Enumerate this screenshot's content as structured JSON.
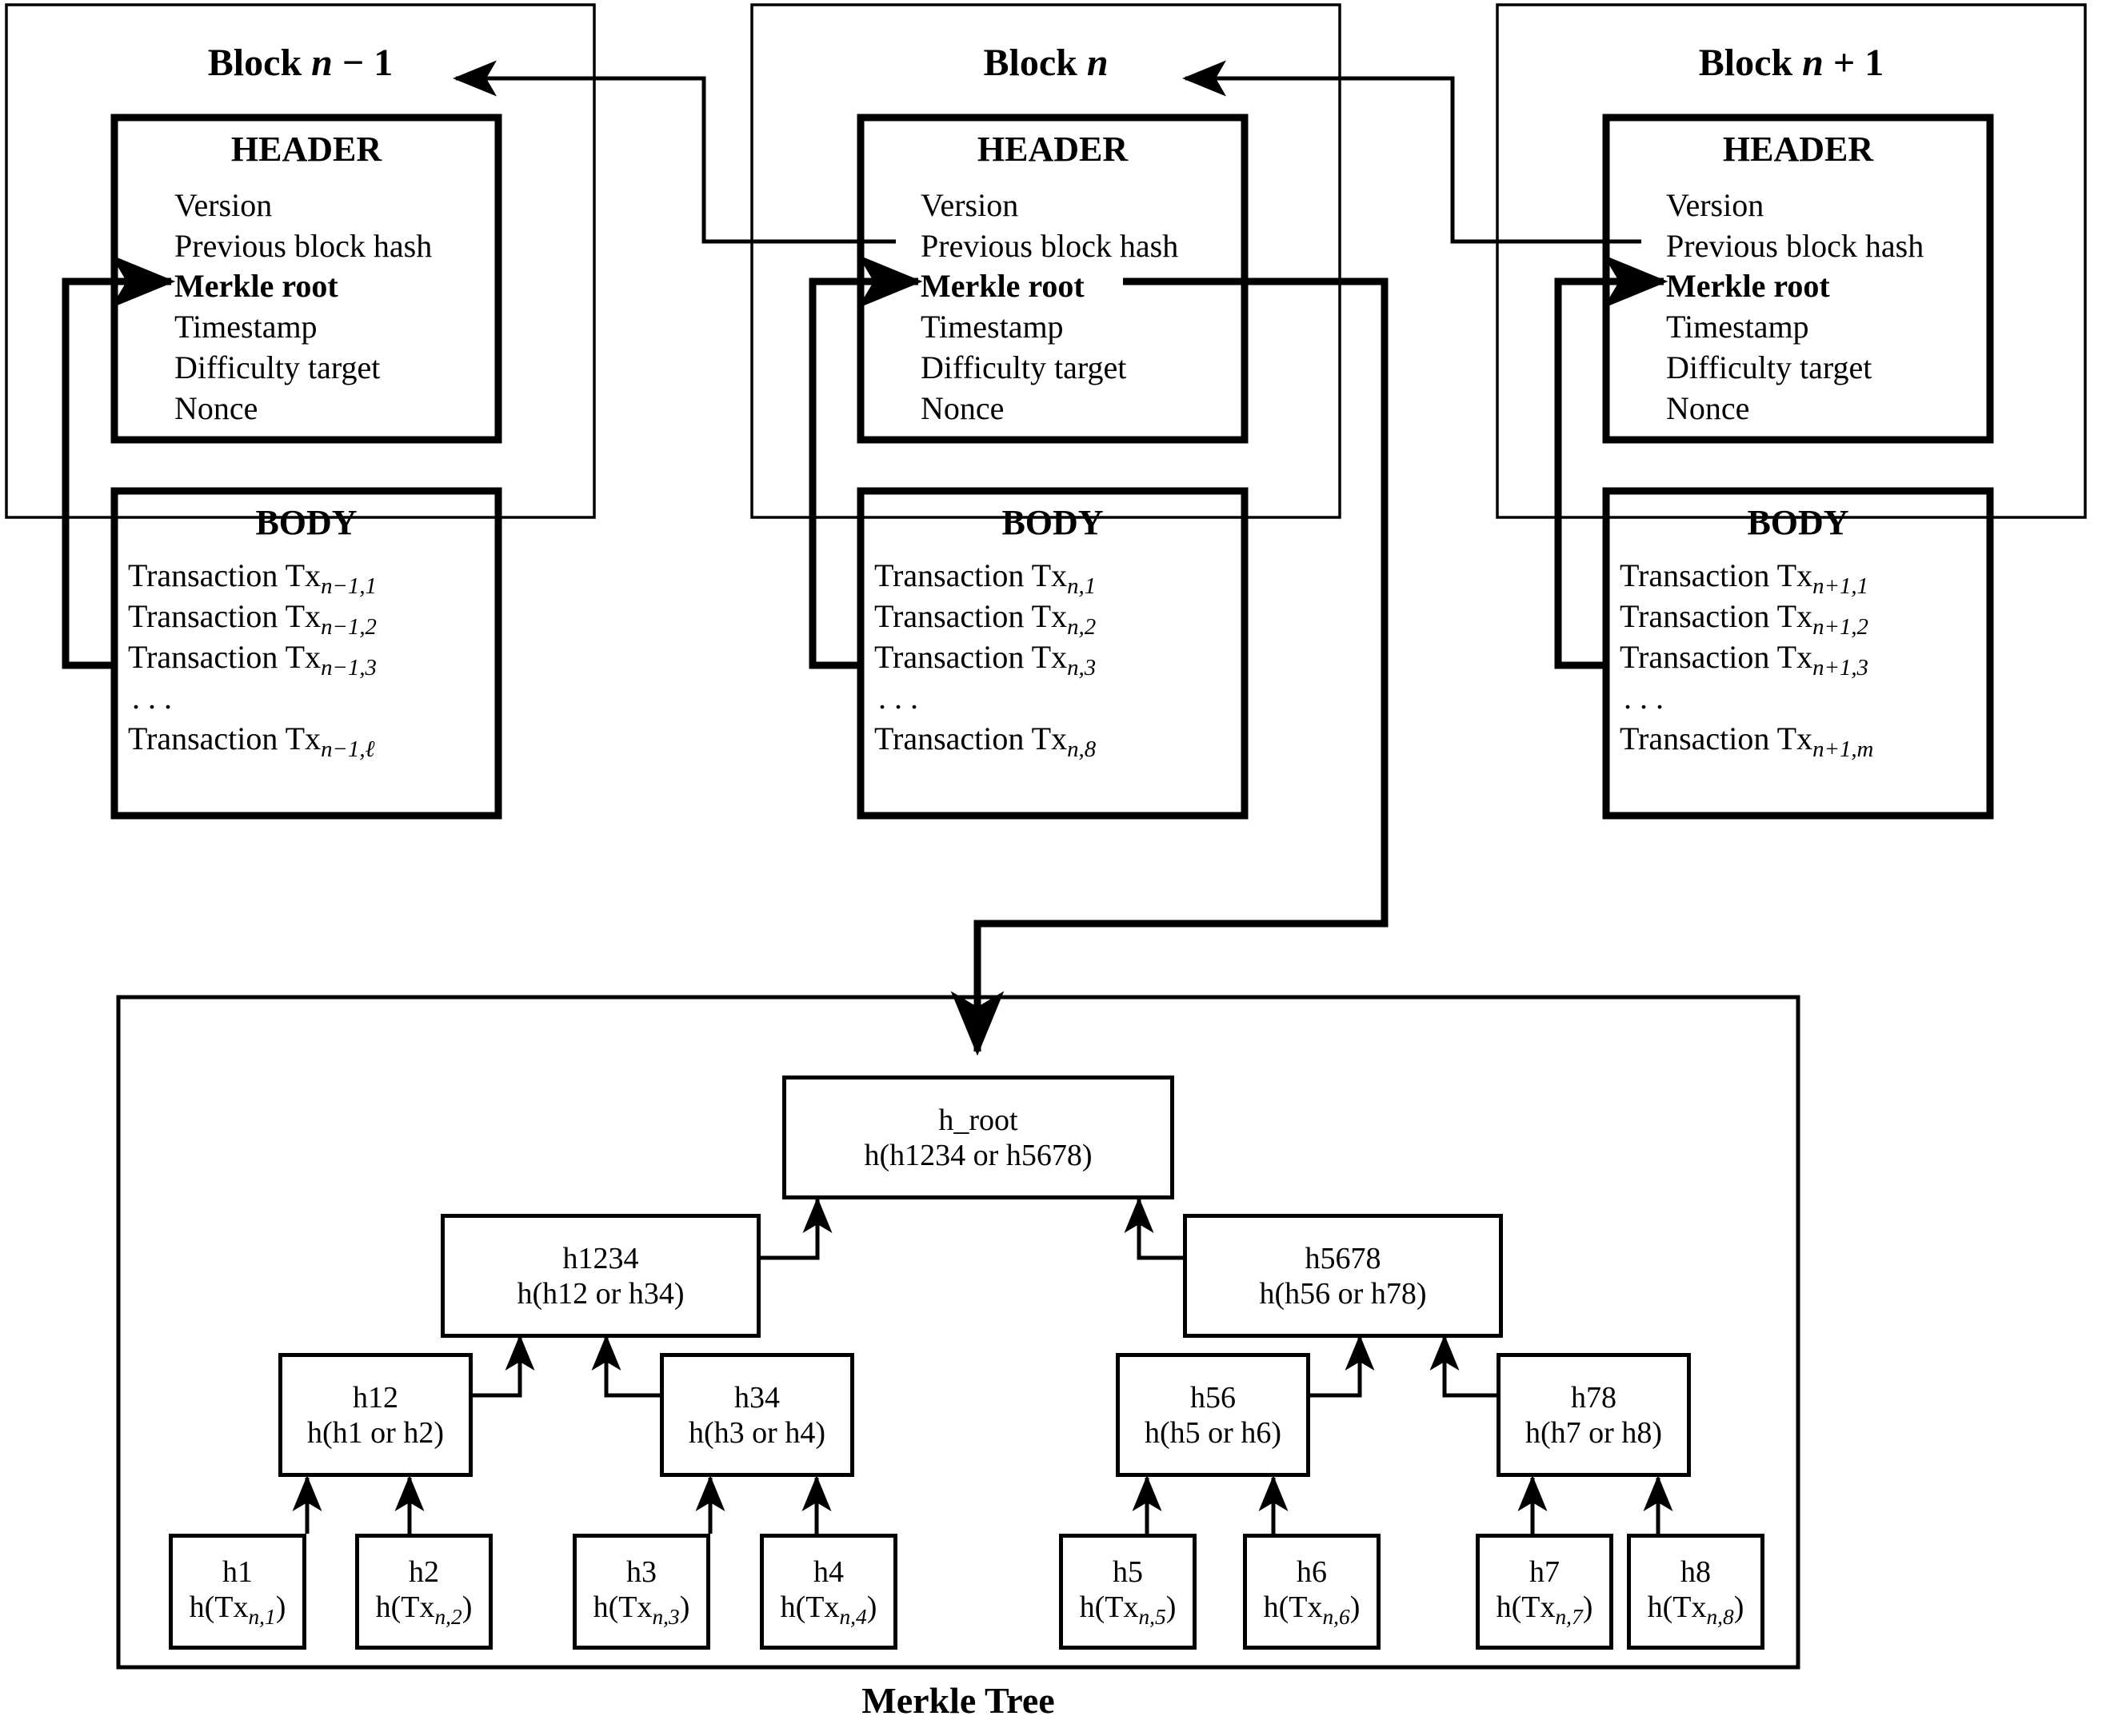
{
  "diagram": {
    "caption": "Merkle Tree",
    "header_section_label": "HEADER",
    "body_section_label": "BODY",
    "ellipsis": ". . .",
    "header_fields": [
      "Version",
      "Previous block hash",
      "Merkle root",
      "Timestamp",
      "Difficulty target",
      "Nonce"
    ],
    "merkle_root_field": "Merkle root",
    "colors": {
      "stroke": "#000000",
      "background": "#ffffff"
    }
  },
  "blocks": [
    {
      "id": "block-n-minus-1",
      "title_prefix": "Block ",
      "title_var": "n",
      "title_suffix": " − 1",
      "header": {
        "label": "HEADER",
        "fields": [
          "Version",
          "Previous block hash",
          "Merkle root",
          "Timestamp",
          "Difficulty target",
          "Nonce"
        ]
      },
      "body": {
        "label": "BODY",
        "tx_prefix": "Transaction Tx",
        "tx_subscripts": [
          "n−1,1",
          "n−1,2",
          "n−1,3"
        ],
        "ellipsis": ". . .",
        "tx_last_subscript": "n−1,ℓ"
      }
    },
    {
      "id": "block-n",
      "title_prefix": "Block ",
      "title_var": "n",
      "title_suffix": "",
      "header": {
        "label": "HEADER",
        "fields": [
          "Version",
          "Previous block hash",
          "Merkle root",
          "Timestamp",
          "Difficulty target",
          "Nonce"
        ]
      },
      "body": {
        "label": "BODY",
        "tx_prefix": "Transaction Tx",
        "tx_subscripts": [
          "n,1",
          "n,2",
          "n,3"
        ],
        "ellipsis": ". . .",
        "tx_last_subscript": "n,8"
      }
    },
    {
      "id": "block-n-plus-1",
      "title_prefix": "Block ",
      "title_var": "n",
      "title_suffix": " + 1",
      "header": {
        "label": "HEADER",
        "fields": [
          "Version",
          "Previous block hash",
          "Merkle root",
          "Timestamp",
          "Difficulty target",
          "Nonce"
        ]
      },
      "body": {
        "label": "BODY",
        "tx_prefix": "Transaction Tx",
        "tx_subscripts": [
          "n+1,1",
          "n+1,2",
          "n+1,3"
        ],
        "ellipsis": ". . .",
        "tx_last_subscript": "n+1,m"
      }
    }
  ],
  "merkle_tree": {
    "root": {
      "name": "h_root",
      "formula": "h(h1234 or h5678)"
    },
    "level2": [
      {
        "name": "h1234",
        "formula": "h(h12 or h34)"
      },
      {
        "name": "h5678",
        "formula": "h(h56 or h78)"
      }
    ],
    "level1": [
      {
        "name": "h12",
        "formula": "h(h1 or h2)"
      },
      {
        "name": "h34",
        "formula": "h(h3 or h4)"
      },
      {
        "name": "h56",
        "formula": "h(h5 or h6)"
      },
      {
        "name": "h78",
        "formula": "h(h7 or h8)"
      }
    ],
    "leaves": [
      {
        "name": "h1",
        "formula_prefix": "h(Tx",
        "formula_sub": "n,1",
        "formula_suffix": ")"
      },
      {
        "name": "h2",
        "formula_prefix": "h(Tx",
        "formula_sub": "n,2",
        "formula_suffix": ")"
      },
      {
        "name": "h3",
        "formula_prefix": "h(Tx",
        "formula_sub": "n,3",
        "formula_suffix": ")"
      },
      {
        "name": "h4",
        "formula_prefix": "h(Tx",
        "formula_sub": "n,4",
        "formula_suffix": ")"
      },
      {
        "name": "h5",
        "formula_prefix": "h(Tx",
        "formula_sub": "n,5",
        "formula_suffix": ")"
      },
      {
        "name": "h6",
        "formula_prefix": "h(Tx",
        "formula_sub": "n,6",
        "formula_suffix": ")"
      },
      {
        "name": "h7",
        "formula_prefix": "h(Tx",
        "formula_sub": "n,7",
        "formula_suffix": ")"
      },
      {
        "name": "h8",
        "formula_prefix": "h(Tx",
        "formula_sub": "n,8",
        "formula_suffix": ")"
      }
    ]
  }
}
